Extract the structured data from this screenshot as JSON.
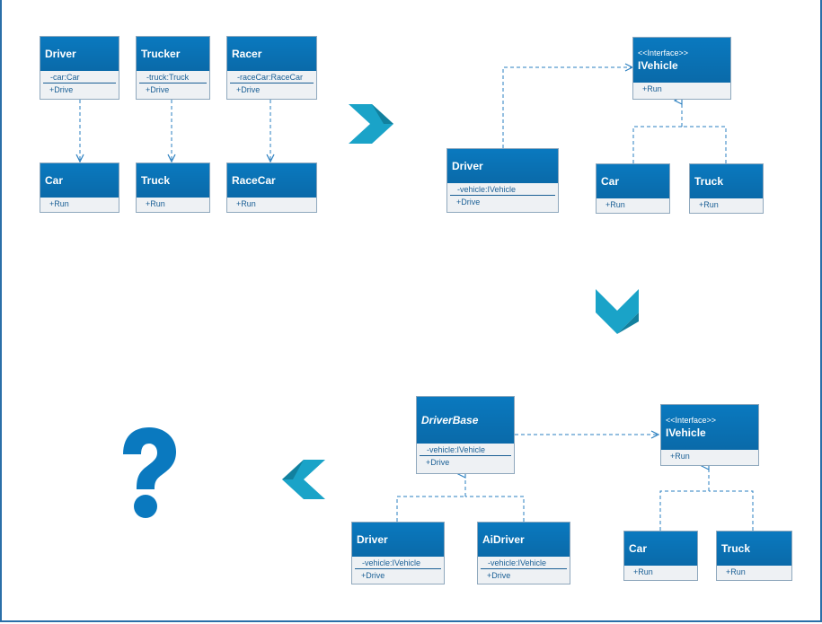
{
  "diagram1": {
    "driver": {
      "title": "Driver",
      "field": "-car:Car",
      "method": "+Drive"
    },
    "trucker": {
      "title": "Trucker",
      "field": "-truck:Truck",
      "method": "+Drive"
    },
    "racer": {
      "title": "Racer",
      "field": "-raceCar:RaceCar",
      "method": "+Drive"
    },
    "car": {
      "title": "Car",
      "method": "+Run"
    },
    "truck": {
      "title": "Truck",
      "method": "+Run"
    },
    "racecar": {
      "title": "RaceCar",
      "method": "+Run"
    }
  },
  "diagram2": {
    "ivehicle": {
      "stereotype": "<<Interface>>",
      "title": "IVehicle",
      "method": "+Run"
    },
    "driver": {
      "title": "Driver",
      "field": "-vehicle:IVehicle",
      "method": "+Drive"
    },
    "car": {
      "title": "Car",
      "method": "+Run"
    },
    "truck": {
      "title": "Truck",
      "method": "+Run"
    }
  },
  "diagram3": {
    "driverbase": {
      "title": "DriverBase",
      "field": "-vehicle:IVehicle",
      "method": "+Drive"
    },
    "ivehicle": {
      "stereotype": "<<Interface>>",
      "title": "IVehicle",
      "method": "+Run"
    },
    "driver": {
      "title": "Driver",
      "field": "-vehicle:IVehicle",
      "method": "+Drive"
    },
    "aidriver": {
      "title": "AiDriver",
      "field": "-vehicle:IVehicle",
      "method": "+Drive"
    },
    "car": {
      "title": "Car",
      "method": "+Run"
    },
    "truck": {
      "title": "Truck",
      "method": "+Run"
    }
  },
  "question_glyph": "?",
  "colors": {
    "class_header": "#0a6aa9",
    "connector": "#2a7fc0",
    "arrow_teal": "#1aa3c8",
    "question": "#0a79bf"
  },
  "icons": [
    "chevron-right-icon",
    "chevron-down-icon",
    "chevron-left-icon",
    "question-mark-icon",
    "text-cursor-icon"
  ]
}
